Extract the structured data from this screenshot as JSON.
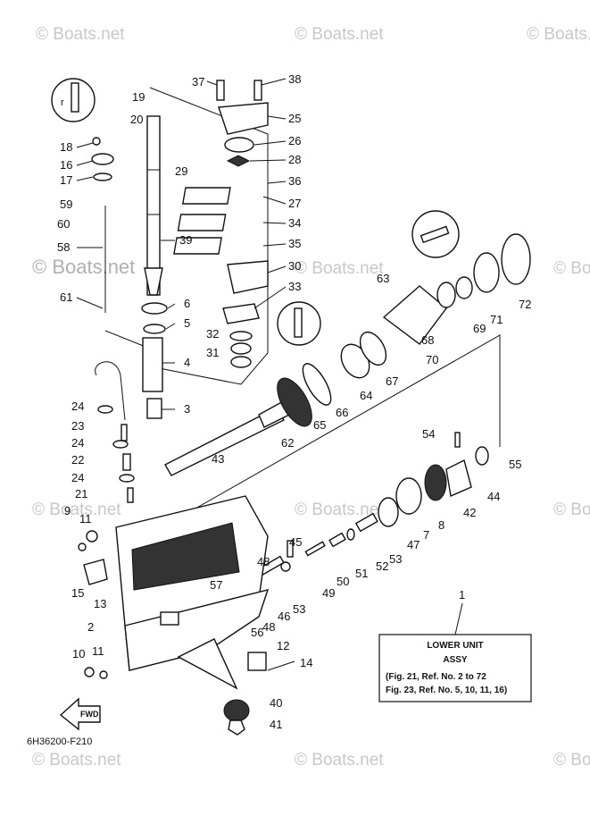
{
  "watermark": "© Boats.net",
  "diagram_code": "6H36200-F210",
  "fwd_label": "FWD",
  "info_box": {
    "ref_number": "1",
    "title": "LOWER UNIT",
    "subtitle": "ASSY",
    "line1": "(Fig. 21, Ref. No. 2 to 72",
    "line2": "Fig. 23, Ref. No. 5, 10, 11, 16)"
  },
  "labels": [
    {
      "id": "37",
      "t": "37"
    },
    {
      "id": "38",
      "t": "38"
    },
    {
      "id": "19",
      "t": "19"
    },
    {
      "id": "20",
      "t": "20"
    },
    {
      "id": "25",
      "t": "25"
    },
    {
      "id": "26",
      "t": "26"
    },
    {
      "id": "28",
      "t": "28"
    },
    {
      "id": "18",
      "t": "18"
    },
    {
      "id": "16",
      "t": "16"
    },
    {
      "id": "17",
      "t": "17"
    },
    {
      "id": "29",
      "t": "29"
    },
    {
      "id": "36",
      "t": "36"
    },
    {
      "id": "27",
      "t": "27"
    },
    {
      "id": "59",
      "t": "59"
    },
    {
      "id": "60",
      "t": "60"
    },
    {
      "id": "34",
      "t": "34"
    },
    {
      "id": "39",
      "t": "39"
    },
    {
      "id": "35",
      "t": "35"
    },
    {
      "id": "58",
      "t": "58"
    },
    {
      "id": "30",
      "t": "30"
    },
    {
      "id": "63",
      "t": "63"
    },
    {
      "id": "72",
      "t": "72"
    },
    {
      "id": "33",
      "t": "33"
    },
    {
      "id": "61",
      "t": "61"
    },
    {
      "id": "6",
      "t": "6"
    },
    {
      "id": "5",
      "t": "5"
    },
    {
      "id": "69",
      "t": "69"
    },
    {
      "id": "71",
      "t": "71"
    },
    {
      "id": "32",
      "t": "32"
    },
    {
      "id": "68",
      "t": "68"
    },
    {
      "id": "31",
      "t": "31"
    },
    {
      "id": "70",
      "t": "70"
    },
    {
      "id": "4",
      "t": "4"
    },
    {
      "id": "67",
      "t": "67"
    },
    {
      "id": "64",
      "t": "64"
    },
    {
      "id": "66",
      "t": "66"
    },
    {
      "id": "65",
      "t": "65"
    },
    {
      "id": "24a",
      "t": "24"
    },
    {
      "id": "3",
      "t": "3"
    },
    {
      "id": "23",
      "t": "23"
    },
    {
      "id": "62",
      "t": "62"
    },
    {
      "id": "54",
      "t": "54"
    },
    {
      "id": "24b",
      "t": "24"
    },
    {
      "id": "22",
      "t": "22"
    },
    {
      "id": "43",
      "t": "43"
    },
    {
      "id": "55",
      "t": "55"
    },
    {
      "id": "24c",
      "t": "24"
    },
    {
      "id": "44",
      "t": "44"
    },
    {
      "id": "21",
      "t": "21"
    },
    {
      "id": "42",
      "t": "42"
    },
    {
      "id": "9",
      "t": "9"
    },
    {
      "id": "11a",
      "t": "11"
    },
    {
      "id": "8",
      "t": "8"
    },
    {
      "id": "7",
      "t": "7"
    },
    {
      "id": "47",
      "t": "47"
    },
    {
      "id": "45",
      "t": "45"
    },
    {
      "id": "53a",
      "t": "53"
    },
    {
      "id": "52",
      "t": "52"
    },
    {
      "id": "51",
      "t": "51"
    },
    {
      "id": "48a",
      "t": "48"
    },
    {
      "id": "15",
      "t": "15"
    },
    {
      "id": "13",
      "t": "13"
    },
    {
      "id": "57",
      "t": "57"
    },
    {
      "id": "50",
      "t": "50"
    },
    {
      "id": "49",
      "t": "49"
    },
    {
      "id": "46",
      "t": "46"
    },
    {
      "id": "53b",
      "t": "53"
    },
    {
      "id": "48b",
      "t": "48"
    },
    {
      "id": "2",
      "t": "2"
    },
    {
      "id": "56",
      "t": "56"
    },
    {
      "id": "12",
      "t": "12"
    },
    {
      "id": "10",
      "t": "10"
    },
    {
      "id": "11b",
      "t": "11"
    },
    {
      "id": "14",
      "t": "14"
    },
    {
      "id": "40",
      "t": "40"
    },
    {
      "id": "41",
      "t": "41"
    }
  ]
}
